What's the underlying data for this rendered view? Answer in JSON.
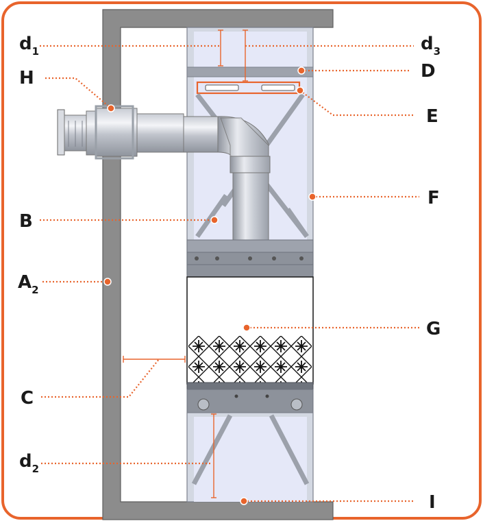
{
  "labels": {
    "d1": {
      "main": "d",
      "sub": "1"
    },
    "d3": {
      "main": "d",
      "sub": "3"
    },
    "H": {
      "main": "H"
    },
    "D": {
      "main": "D"
    },
    "E": {
      "main": "E"
    },
    "F": {
      "main": "F"
    },
    "B": {
      "main": "B"
    },
    "A2": {
      "main": "A",
      "sub": "2"
    },
    "G": {
      "main": "G"
    },
    "C": {
      "main": "C"
    },
    "d2": {
      "main": "d",
      "sub": "2"
    },
    "I": {
      "main": "I"
    }
  },
  "colors": {
    "accent": "#e8642c",
    "wall": "#8c8c8c",
    "frame": "#d3d8e2",
    "panel": "#e5e8f8",
    "text": "#1a1a1a"
  }
}
